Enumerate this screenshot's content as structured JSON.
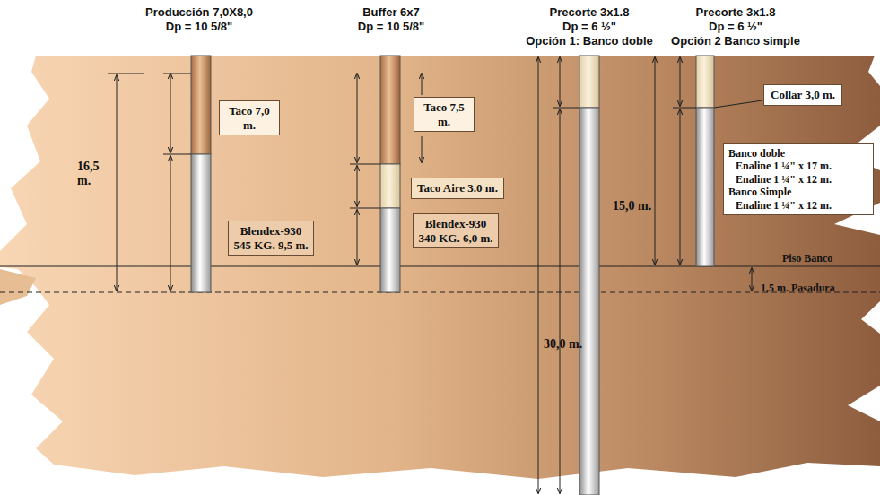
{
  "diagram": {
    "nodes": [
      {
        "text": [
          "Taco 7,0 m."
        ]
      },
      {
        "text": [
          "Blendex-930 545 KG. 9,5 m."
        ]
      },
      {
        "text": [
          "Taco 7,5 m."
        ]
      },
      {
        "text": [
          "Taco Aire 3.0 m."
        ]
      },
      {
        "text": [
          "Blendex-930 340 KG. 6,0 m."
        ]
      },
      {
        "text": [
          "Collar 3,0 m."
        ]
      },
      {
        "text": [
          "Banco doble",
          "Enaline 1 ¼\" x 17 m.",
          "Enaline 1 ¼\" x 12 m.",
          "Banco Simple",
          "Enaline 1 ¼\" x 12 m."
        ]
      }
    ],
    "labels": [
      "Producción 7,0X8,0",
      "Dp = 10 5/8\"",
      "Buffer 6x7",
      "Dp = 10 5/8\"",
      "Precorte 3x1.8",
      "Dp = 6 ½\"",
      "Opción 1: Banco doble",
      "Precorte 3x1.8",
      "Dp = 6 ½\"",
      "Opción 2 Banco simple",
      "16,5 m.",
      "15,0 m.",
      "30,0 m.",
      "Piso Banco",
      "1,5 m. Pasadura"
    ]
  }
}
